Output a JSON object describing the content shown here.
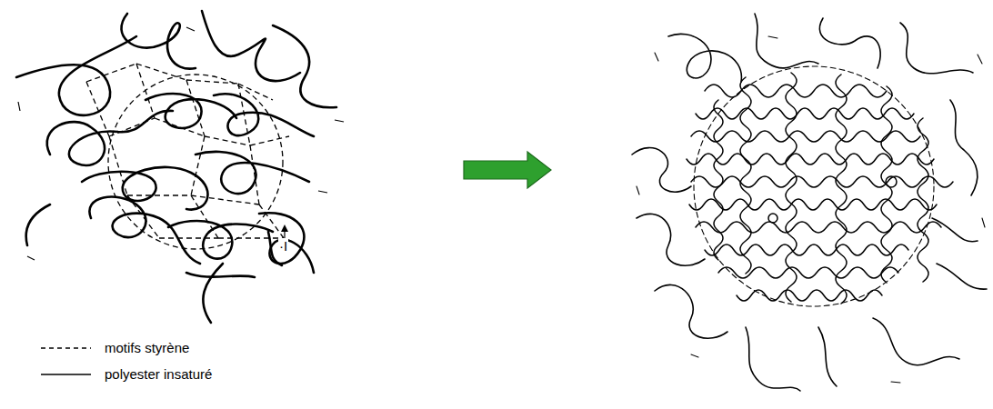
{
  "diagram": {
    "labels": [
      "·I"
    ],
    "legend": [
      {
        "text": "motifs styrène"
      },
      {
        "text": "polyester insaturé"
      }
    ]
  }
}
